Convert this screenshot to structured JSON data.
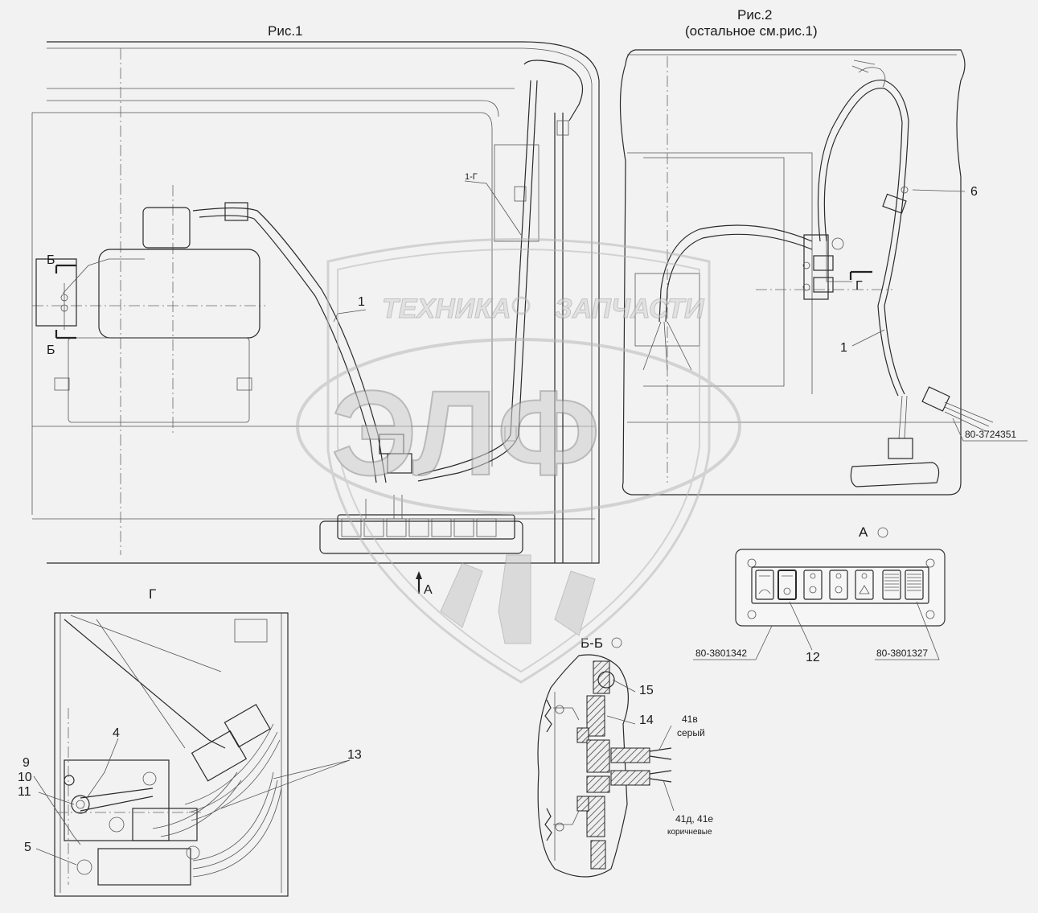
{
  "figure1": {
    "title": "Рис.1"
  },
  "figure2": {
    "title": "Рис.2",
    "subtitle": "(остальное см.рис.1)"
  },
  "views": {
    "g": "Г",
    "a": "А",
    "bb": "Б-Б"
  },
  "section_marks": {
    "b_top": "Б",
    "b_bottom": "Б",
    "g_arrow": "Г",
    "a_arrow": "А"
  },
  "callouts": {
    "fig1_item1": "1",
    "fig1_item1g": "1-Г",
    "fig2_item6": "6",
    "fig2_item1": "1",
    "fig2_part": "80-3724351",
    "a_part_left": "80-3801342",
    "a_item12": "12",
    "a_part_right": "80-3801327",
    "g_item4": "4",
    "g_item9": "9",
    "g_item10": "10",
    "g_item11": "11",
    "g_item5": "5",
    "g_item13": "13",
    "bb_item15": "15",
    "bb_item14": "14",
    "bb_wire_top": "41в",
    "bb_wire_top_color": "серый",
    "bb_wire_bottom": "41д, 41е",
    "bb_wire_bottom_color": "коричневые"
  },
  "watermark": {
    "line1": "ТЕХНИКА",
    "line2": "ЗАПЧАСТИ",
    "logo": "ЭЛФ"
  }
}
